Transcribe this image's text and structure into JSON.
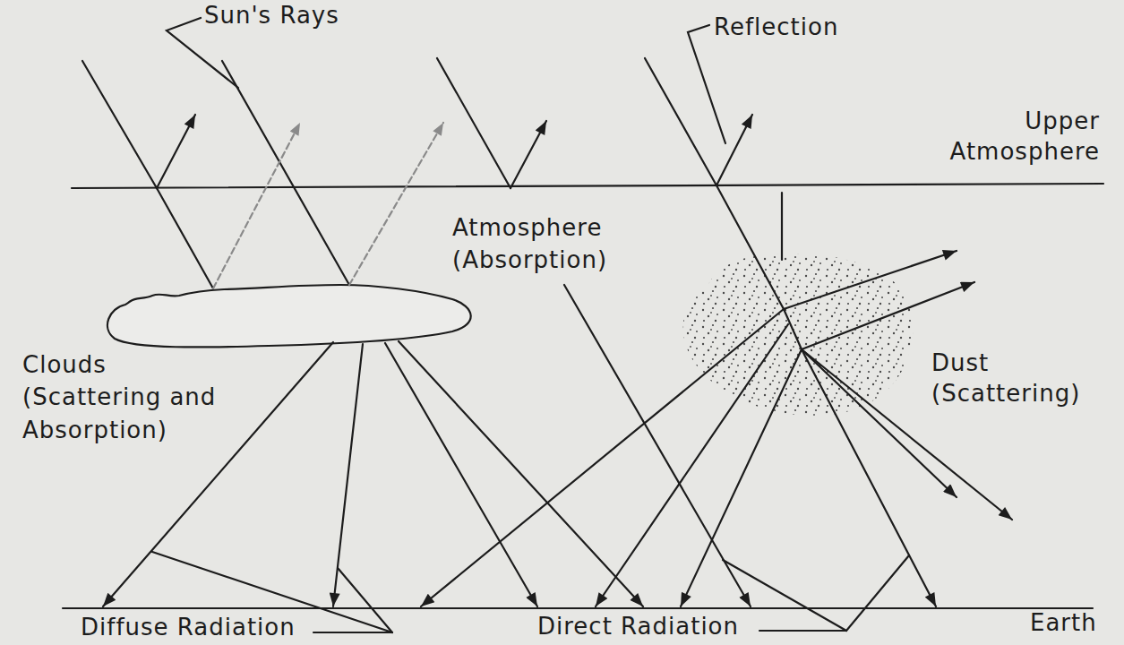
{
  "diagram": {
    "labels": [
      "Sun's Rays",
      "Reflection",
      "Upper Atmosphere",
      "Atmosphere (Absorption)",
      "Clouds (Scattering and Absorption)",
      "Dust (Scattering)",
      "Diffuse Radiation",
      "Direct Radiation",
      "Earth"
    ]
  }
}
